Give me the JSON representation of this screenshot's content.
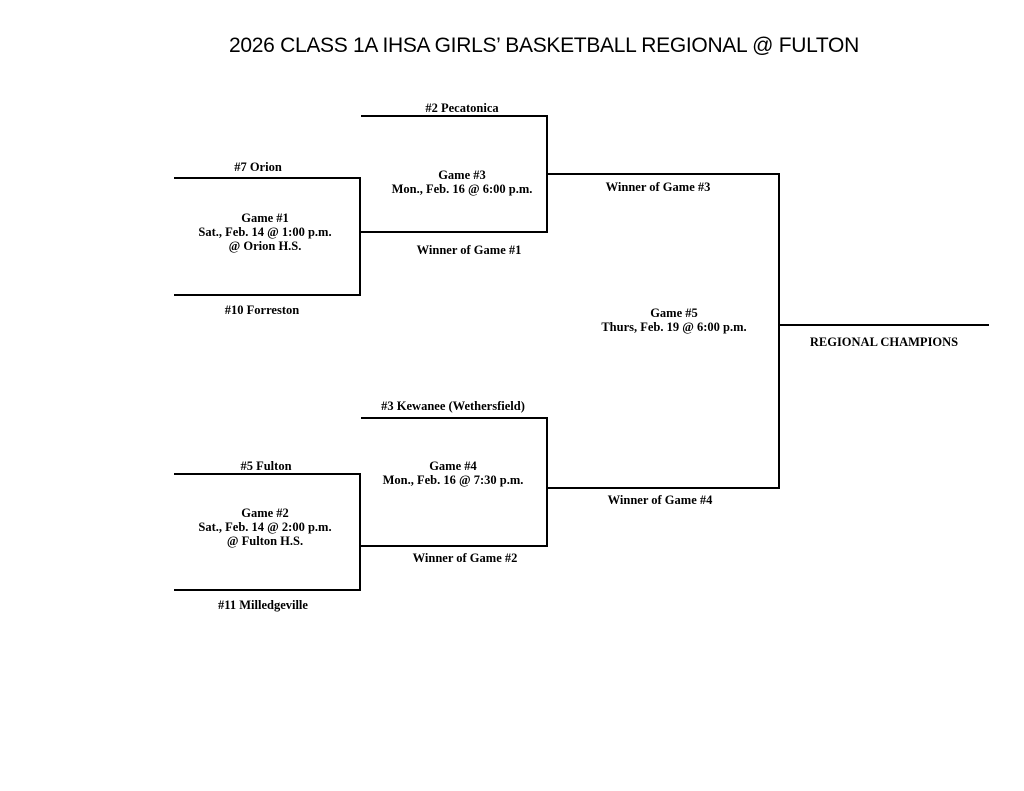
{
  "title": "2026 CLASS 1A IHSA GIRLS’ BASKETBALL REGIONAL @ FULTON",
  "teams": {
    "pecatonica": "#2 Pecatonica",
    "orion": "#7 Orion",
    "forreston": "#10 Forreston",
    "kewanee": "#3 Kewanee (Wethersfield)",
    "fulton": "#5 Fulton",
    "milledgeville": "#11 Milledgeville"
  },
  "games": {
    "game1": {
      "name": "Game #1",
      "date": "Sat., Feb. 14 @ 1:00 p.m.",
      "site": "@ Orion H.S."
    },
    "game2": {
      "name": "Game #2",
      "date": "Sat., Feb. 14 @ 2:00 p.m.",
      "site": "@ Fulton H.S."
    },
    "game3": {
      "name": "Game #3",
      "date": "Mon., Feb. 16 @ 6:00 p.m."
    },
    "game4": {
      "name": "Game #4",
      "date": "Mon., Feb. 16 @ 7:30 p.m."
    },
    "game5": {
      "name": "Game #5",
      "date": "Thurs, Feb. 19 @ 6:00 p.m."
    }
  },
  "winners": {
    "game1": "Winner of Game #1",
    "game2": "Winner of Game #2",
    "game3": "Winner of Game #3",
    "game4": "Winner  of Game #4"
  },
  "champion_label": "REGIONAL CHAMPIONS"
}
